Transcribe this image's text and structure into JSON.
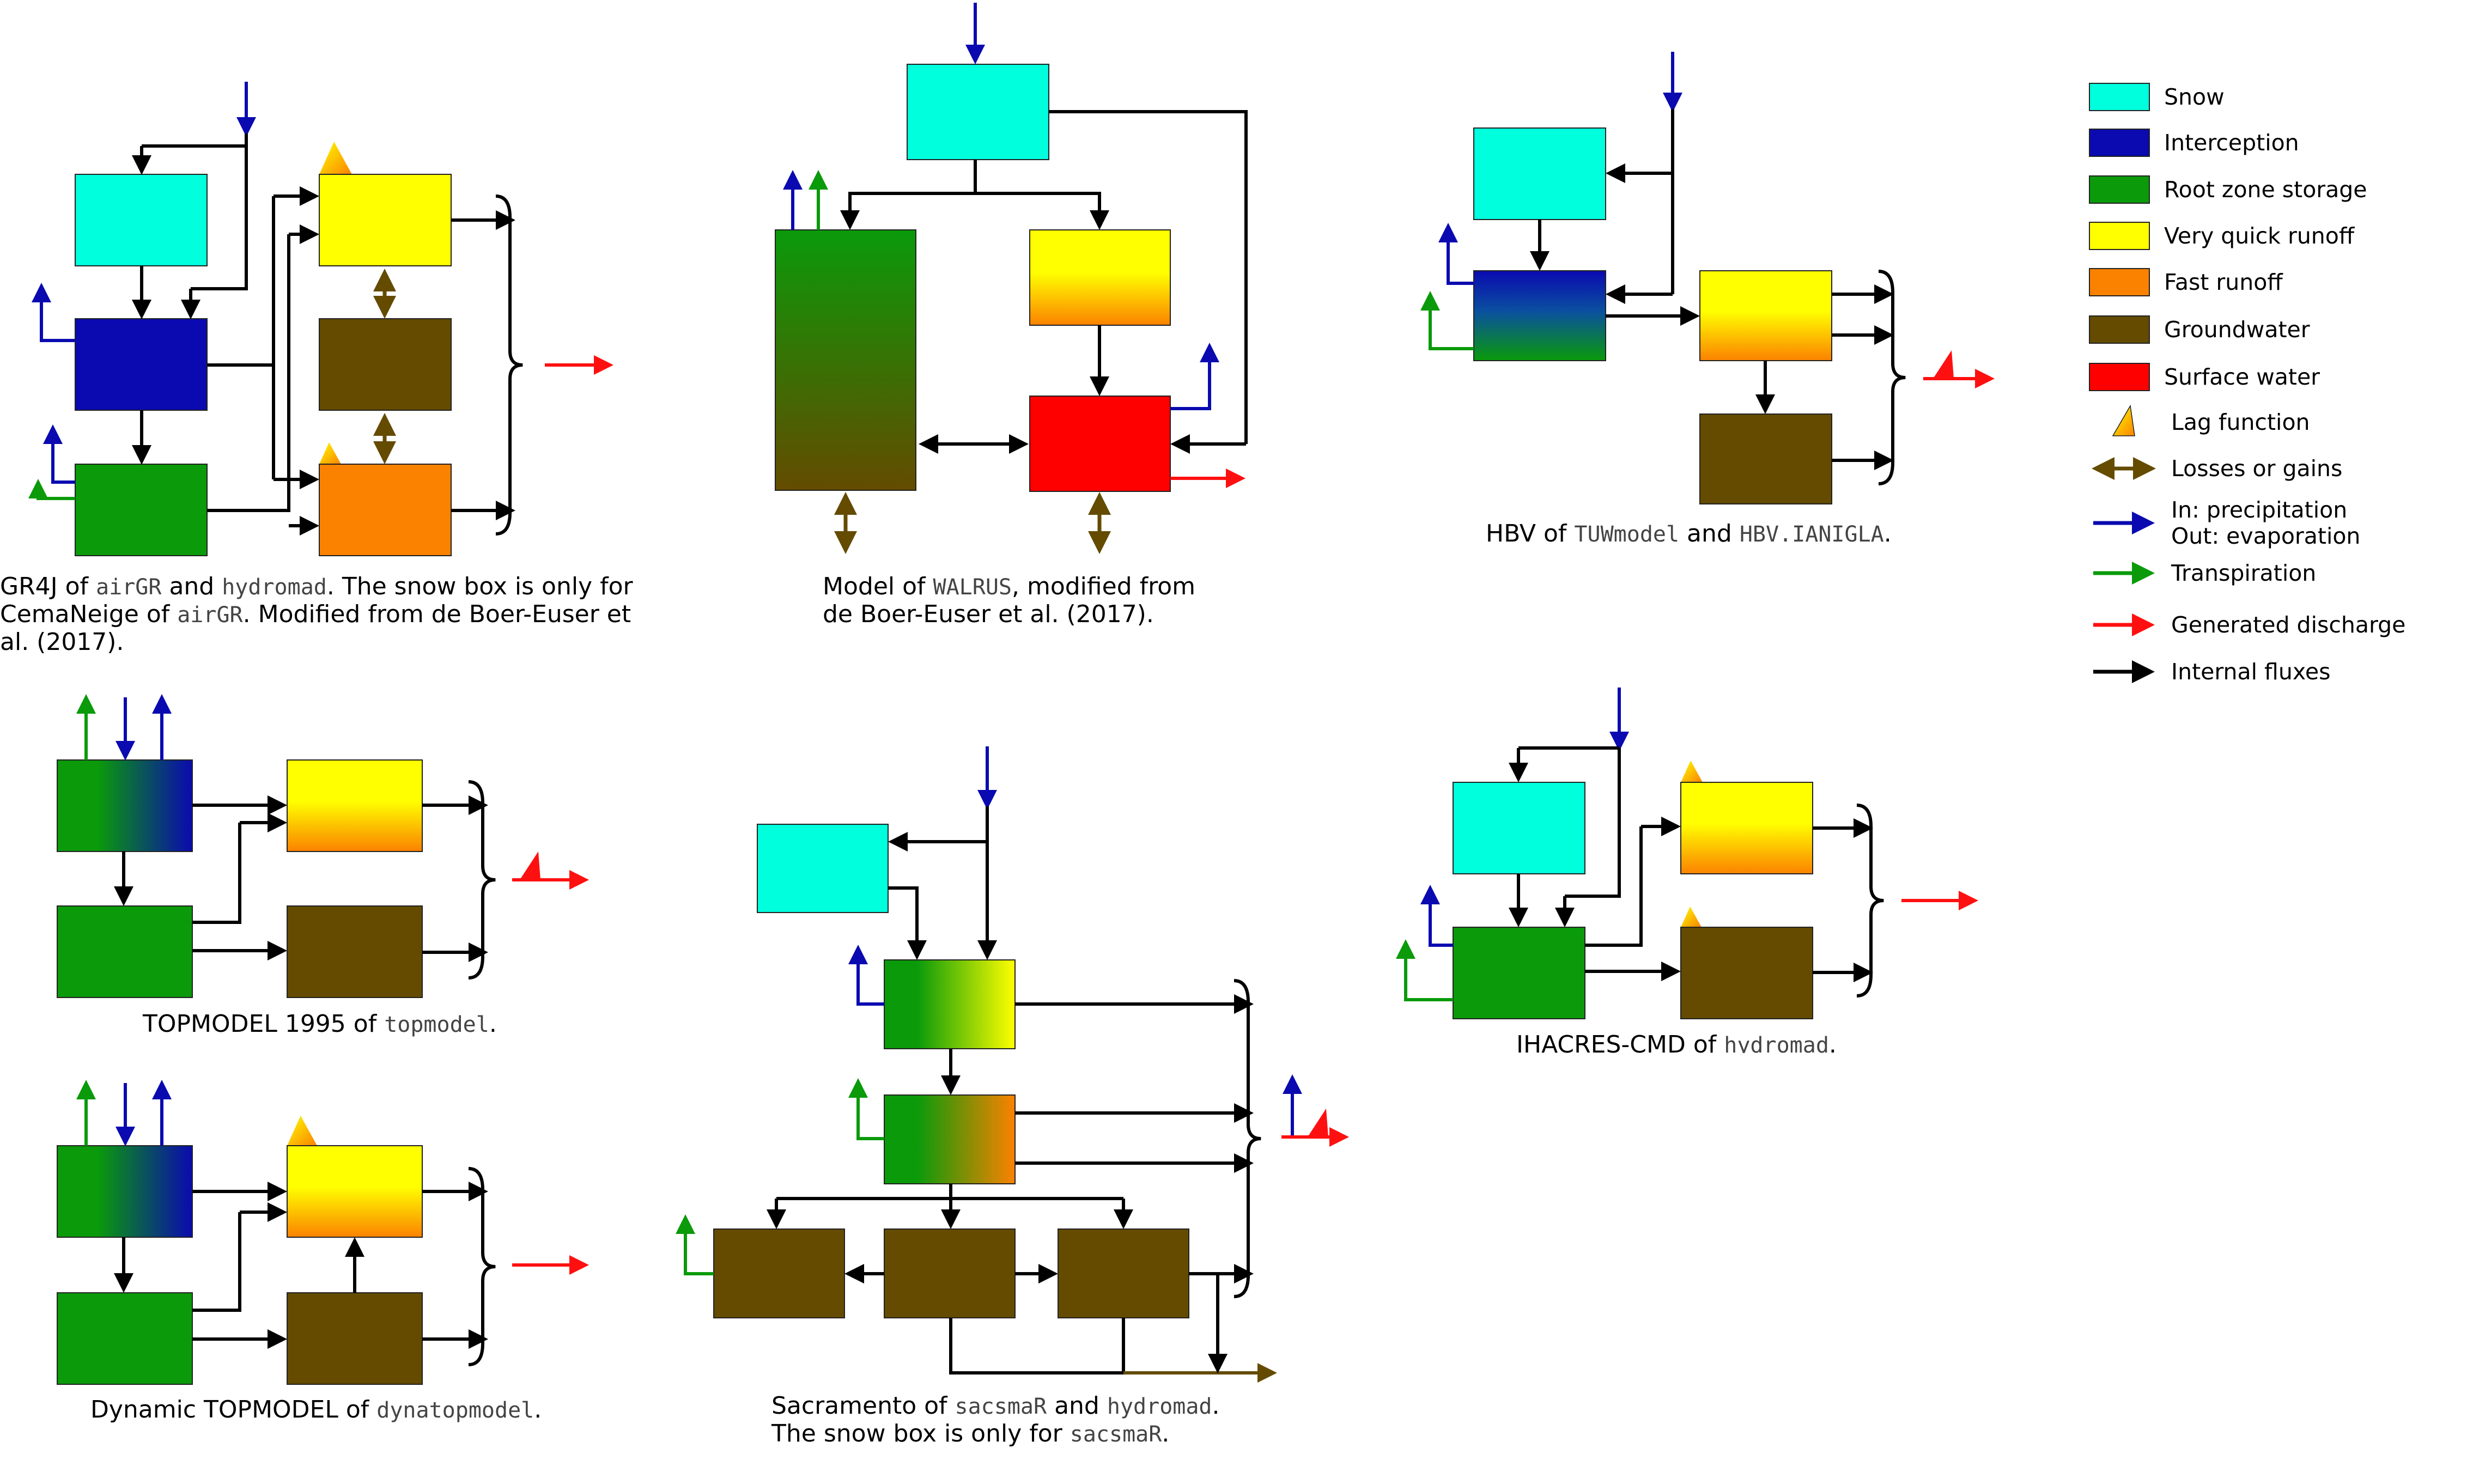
{
  "legend": {
    "items": [
      {
        "label": "Snow",
        "kind": "box",
        "color": "#00ffdd"
      },
      {
        "label": "Interception",
        "kind": "box",
        "color": "#0a0ab0"
      },
      {
        "label": "Root zone storage",
        "kind": "box",
        "color": "#0a9a0a"
      },
      {
        "label": "Very quick runoff",
        "kind": "box",
        "color": "#ffff00"
      },
      {
        "label": "Fast runoff",
        "kind": "box",
        "color": "#fb8200"
      },
      {
        "label": "Groundwater",
        "kind": "box",
        "color": "#644b00"
      },
      {
        "label": "Surface water",
        "kind": "box",
        "color": "#ff0000"
      },
      {
        "label": "Lag function",
        "kind": "lag",
        "color": "#fb8200"
      },
      {
        "label": "Losses or gains",
        "kind": "darrow",
        "color": "#644b00"
      },
      {
        "label": "In: precipitation",
        "label2": "Out: evaporation",
        "kind": "arrow",
        "color": "#0a0ab0"
      },
      {
        "label": "Transpiration",
        "kind": "arrow",
        "color": "#0a9a0a"
      },
      {
        "label": "Generated discharge",
        "kind": "arrow",
        "color": "#ff1010"
      },
      {
        "label": "Internal fluxes",
        "kind": "arrow",
        "color": "#000000"
      }
    ]
  },
  "captions": {
    "gr4j": {
      "l1a": "GR4J of ",
      "l1b": "airGR",
      "l1c": " and ",
      "l1d": "hydromad",
      "l1e": ". The snow box is only for",
      "l2a": "CemaNeige of ",
      "l2b": "airGR",
      "l2c": ". Modified from de Boer-Euser et",
      "l3": "al. (2017)."
    },
    "walrus": {
      "l1a": "Model of ",
      "l1b": "WALRUS",
      "l1c": ", modified from",
      "l2": "de Boer-Euser et al. (2017)."
    },
    "hbv": {
      "a": "HBV of ",
      "b": "TUWmodel",
      "c": " and ",
      "d": "HBV.IANIGLA",
      "e": "."
    },
    "topmodel": {
      "a": "TOPMODEL 1995 of ",
      "b": "topmodel",
      "c": "."
    },
    "dynatop": {
      "a": "Dynamic TOPMODEL of ",
      "b": "dynatopmodel",
      "c": "."
    },
    "sacramento": {
      "l1a": "Sacramento of ",
      "l1b": "sacsmaR",
      "l1c": " and ",
      "l1d": "hydromad",
      "l1e": ".",
      "l2a": "The snow box is only for ",
      "l2b": "sacsmaR",
      "l2c": "."
    },
    "ihacres": {
      "a": "IHACRES-CMD of ",
      "b": "hydromad",
      "c": "."
    }
  },
  "colors": {
    "snow": "#00ffdd",
    "interception": "#0a0ab0",
    "root": "#0a9a0a",
    "vquick": "#ffff00",
    "fast": "#fb8200",
    "ground": "#644b00",
    "surface": "#ff0000",
    "precip": "#0a0ab0",
    "transp": "#0a9a0a",
    "discharge": "#ff1010",
    "internal": "#000000"
  }
}
